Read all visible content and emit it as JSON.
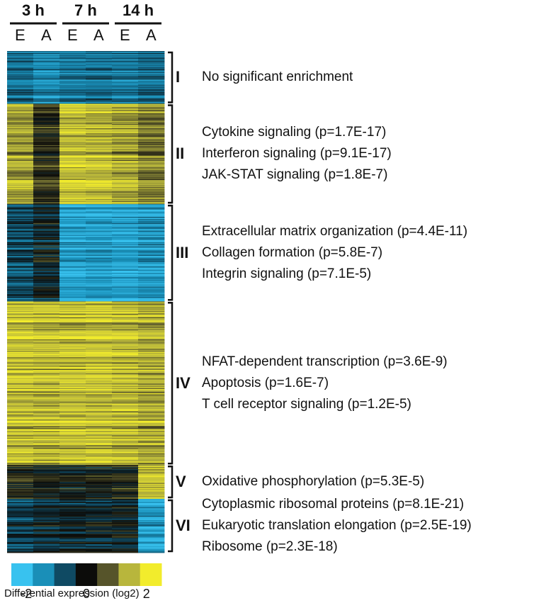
{
  "chart_data": {
    "type": "heatmap",
    "time_points": [
      "3 h",
      "7 h",
      "14 h"
    ],
    "conditions": [
      "E",
      "A",
      "E",
      "A",
      "E",
      "A"
    ],
    "clusters": [
      {
        "id": "I",
        "rows": 50,
        "profile": [
          -1.3,
          -1.6,
          -1.4,
          -1.3,
          -1.4,
          -1.2
        ],
        "terms": [
          "No significant enrichment"
        ]
      },
      {
        "id": "II",
        "rows": 95,
        "profile": [
          1.5,
          0.4,
          1.9,
          1.8,
          1.6,
          1.2
        ],
        "terms": [
          "Cytokine signaling (p=1.7E-17)",
          "Interferon signaling (p=9.1E-17)",
          "JAK-STAT signaling (p=1.8E-7)"
        ]
      },
      {
        "id": "III",
        "rows": 92,
        "profile": [
          -0.8,
          -0.2,
          -2.0,
          -1.9,
          -2.0,
          -1.8
        ],
        "terms": [
          "Extracellular matrix organization (p=4.4E-11)",
          "Collagen formation (p=5.8E-7)",
          "Integrin signaling (p=7.1E-5)"
        ]
      },
      {
        "id": "IV",
        "rows": 155,
        "profile": [
          1.9,
          1.8,
          1.9,
          1.9,
          1.8,
          1.6
        ],
        "terms": [
          "NFAT-dependent transcription (p=3.6E-9)",
          "Apoptosis (p=1.6E-7)",
          "T cell receptor signaling (p=1.2E-5)"
        ]
      },
      {
        "id": "V",
        "rows": 32,
        "profile": [
          0.4,
          0.2,
          0.1,
          0.2,
          0.3,
          1.9
        ],
        "terms": [
          "Oxidative phosphorylation (p=5.3E-5)"
        ]
      },
      {
        "id": "VI",
        "rows": 51,
        "profile": [
          -0.7,
          -0.4,
          -0.3,
          -0.3,
          -0.2,
          -2.0
        ],
        "terms": [
          "Cytoplasmic ribosomal proteins (p=8.1E-21)",
          "Eukaryotic translation elongation (p=2.5E-19)",
          "Ribosome (p=2.3E-18)"
        ]
      }
    ],
    "colorbar": {
      "colors": [
        "#38c2ef",
        "#1a8fb8",
        "#0f4a63",
        "#0c0c0a",
        "#56542a",
        "#b8b63c",
        "#f2ec2c"
      ],
      "range": [
        -2.5,
        2.5
      ],
      "ticks": [
        {
          "value": -2,
          "label": "-2"
        },
        {
          "value": 0,
          "label": "0"
        },
        {
          "value": 2,
          "label": "2"
        }
      ],
      "title": "Differential expression (log2)"
    }
  }
}
